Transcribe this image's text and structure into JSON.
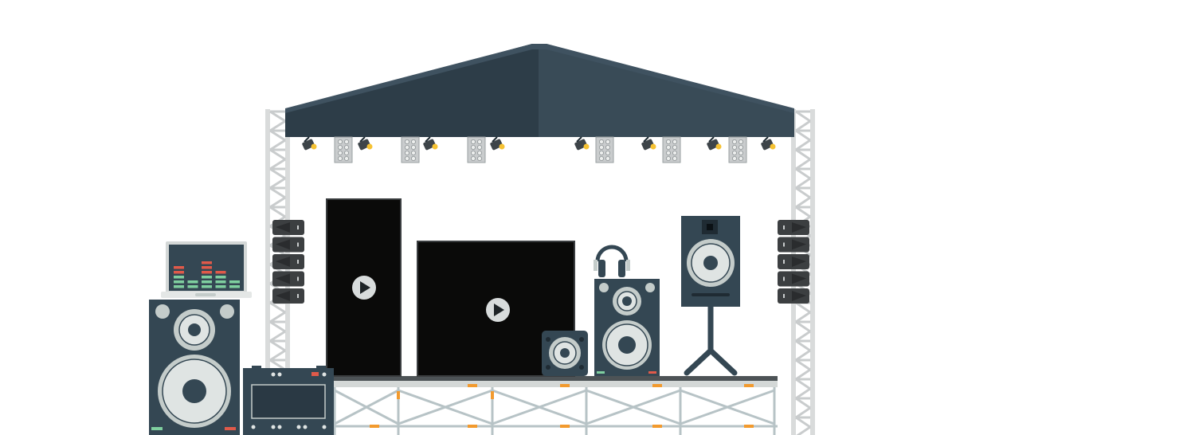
{
  "colors": {
    "roof_left": "#2d3d48",
    "roof_right": "#394b57",
    "truss": "#d9dbdb",
    "truss_dark": "#b9bdbe",
    "speaker_body": "#344753",
    "speaker_ring": "#c4ccca",
    "screen": "#0a0a09",
    "stage_deck": "#d4d8d7",
    "stage_edge": "#4d5356",
    "stage_frame": "#b7c3c6",
    "accent_orange": "#f29a2e",
    "accent_red": "#e05a4a",
    "accent_green": "#7fcf9f",
    "lamp_yellow": "#f6c233"
  },
  "elements": {
    "play_icon": "play-icon",
    "headphones_icon": "headphones-icon",
    "laptop_icon": "laptop-icon"
  },
  "equalizer_levels": [
    5,
    2,
    6,
    4,
    2
  ]
}
